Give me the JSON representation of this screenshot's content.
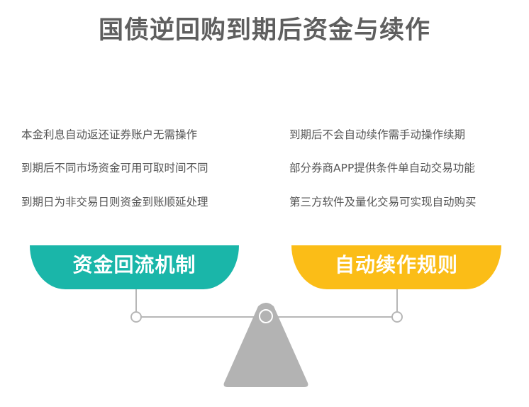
{
  "title": "国债逆回购到期后资金与续作",
  "left": {
    "heading": "资金回流机制",
    "color": "#1ab6a9",
    "items": [
      "本金利息自动返还证券账户无需操作",
      "到期后不同市场资金可用可取时间不同",
      "到期日为非交易日则资金到账顺延处理"
    ]
  },
  "right": {
    "heading": "自动续作规则",
    "color": "#fbbd17",
    "items": [
      "到期后不会自动续作需手动操作续期",
      "部分券商APP提供条件单自动交易功能",
      "第三方软件及量化交易可实现自动购买"
    ]
  },
  "balance": {
    "icon": "balance-scale-icon",
    "color": "#b3b3b3"
  }
}
